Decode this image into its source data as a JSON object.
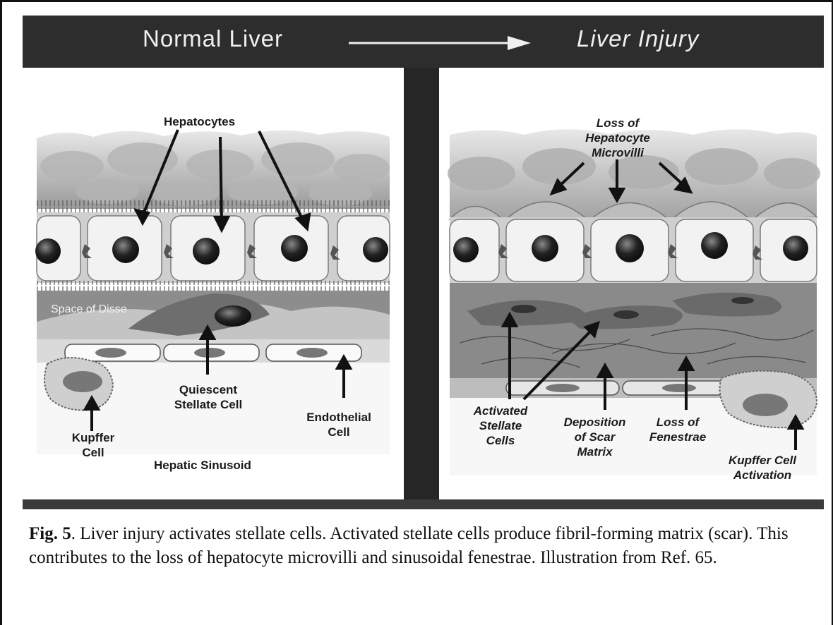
{
  "header": {
    "left_title": "Normal Liver",
    "right_title": "Liver Injury"
  },
  "normal_panel": {
    "hepatocytes": "Hepatocytes",
    "space_of_disse": "Space of Disse",
    "quiescent_stellate": [
      "Quiescent",
      "Stellate Cell"
    ],
    "endothelial": [
      "Endothelial",
      "Cell"
    ],
    "kupffer": [
      "Kupffer",
      "Cell"
    ],
    "sinusoid": "Hepatic Sinusoid"
  },
  "injury_panel": {
    "loss_microvilli": [
      "Loss of",
      "Hepatocyte",
      "Microvilli"
    ],
    "activated_stellate": [
      "Activated",
      "Stellate",
      "Cells"
    ],
    "deposition": [
      "Deposition",
      "of Scar",
      "Matrix"
    ],
    "loss_fenestrae": [
      "Loss of",
      "Fenestrae"
    ],
    "kupffer_activation": [
      "Kupffer Cell",
      "Activation"
    ]
  },
  "caption": {
    "fig_label": "Fig. 5",
    "text": ".  Liver injury activates stellate cells.  Activated stellate cells produce fibril-forming matrix (scar).  This contributes to the loss of hepatocyte microvilli and sinusoidal fenestrae.  Illustration from Ref. 65."
  },
  "colors": {
    "header_bg": "#2d2d2d",
    "header_text": "#f0f0f0",
    "divider": "#262626"
  }
}
